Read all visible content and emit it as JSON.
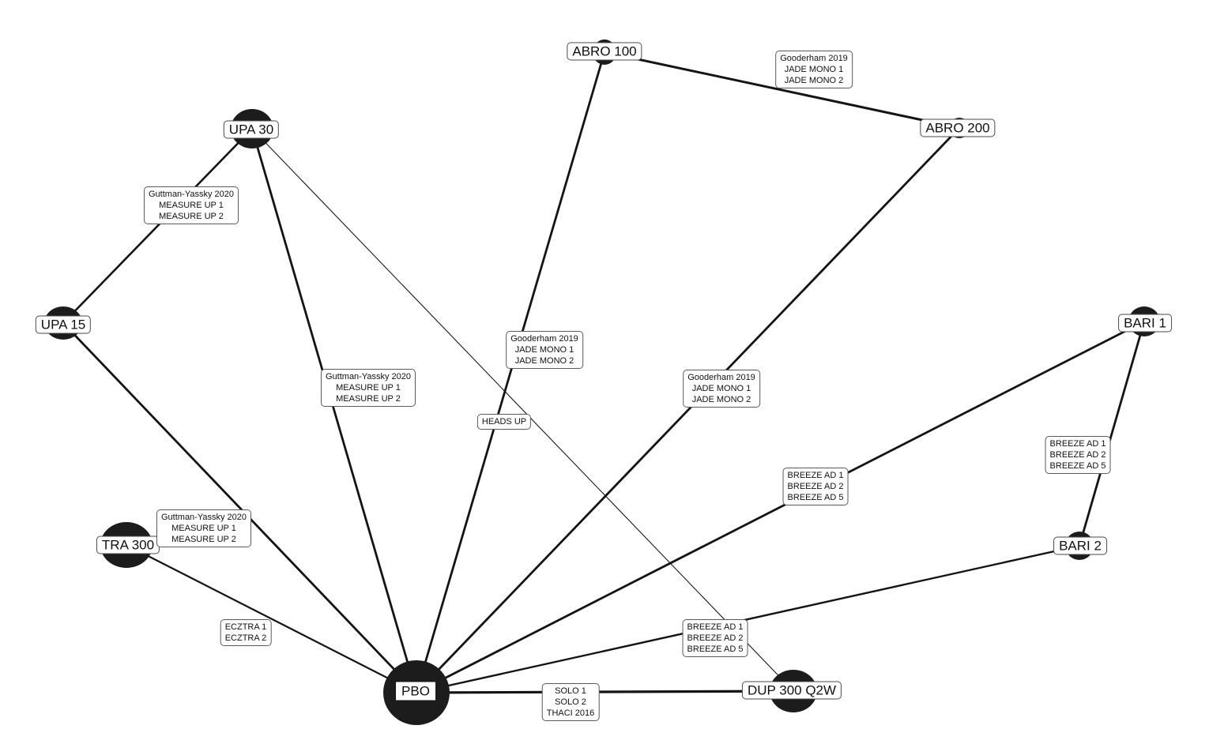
{
  "diagram": {
    "type": "network-meta-analysis-plot",
    "colors": {
      "background": "#ffffff",
      "node_fill": "#1c1c1c",
      "edge_stroke": "#141414",
      "label_background": "#ffffff",
      "label_border": "#5a5a5a",
      "text": "#111111"
    },
    "nodes": {
      "upa30": {
        "label": "UPA 30"
      },
      "upa15": {
        "label": "UPA 15"
      },
      "tra300": {
        "label": "TRA 300"
      },
      "abro100": {
        "label": "ABRO 100"
      },
      "abro200": {
        "label": "ABRO 200"
      },
      "bari1": {
        "label": "BARI 1"
      },
      "bari2": {
        "label": "BARI 2"
      },
      "pbo": {
        "label": "PBO"
      },
      "dup300": {
        "label": "DUP 300 Q2W"
      }
    },
    "edge_labels": {
      "upa30_upa15": "Guttman-Yassky 2020\nMEASURE UP 1\nMEASURE UP 2",
      "upa30_pbo": "Guttman-Yassky 2020\nMEASURE UP 1\nMEASURE UP 2",
      "upa15_pbo": "Guttman-Yassky 2020\nMEASURE UP 1\nMEASURE UP 2",
      "upa30_dup300": "HEADS UP",
      "abro100_abro200": "Gooderham 2019\nJADE MONO 1\nJADE MONO 2",
      "abro100_pbo": "Gooderham 2019\nJADE MONO 1\nJADE MONO 2",
      "abro200_pbo": "Gooderham 2019\nJADE MONO 1\nJADE MONO 2",
      "bari1_bari2": "BREEZE AD 1\nBREEZE AD 2\nBREEZE AD 5",
      "bari1_pbo": "BREEZE AD 1\nBREEZE AD 2\nBREEZE AD 5",
      "bari2_pbo": "BREEZE AD 1\nBREEZE AD 2\nBREEZE AD 5",
      "tra300_pbo": "ECZTRA 1\nECZTRA 2",
      "pbo_dup300": "SOLO 1\nSOLO 2\nTHACI 2016"
    }
  }
}
